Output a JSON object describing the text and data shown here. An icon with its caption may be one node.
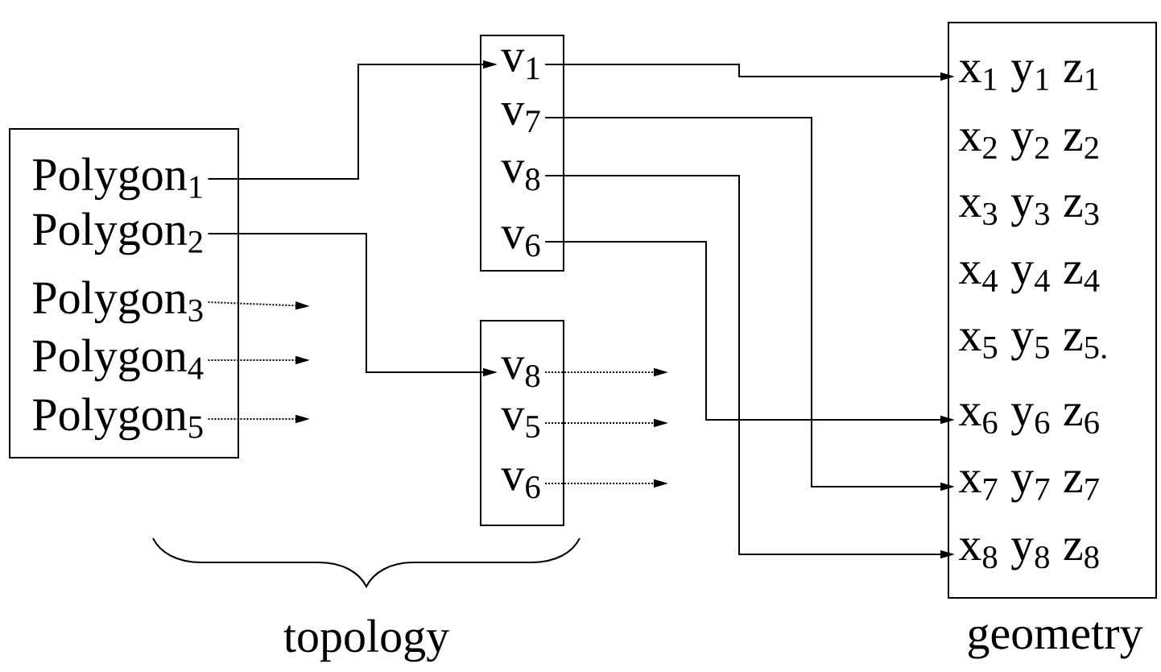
{
  "diagram": {
    "nodes": [
      {
        "text": [],
        "shape": "box"
      },
      {
        "text": [
          "Polygon$_{1}$"
        ],
        "in": 0
      },
      {
        "text": [
          "Polygon$_{2}$"
        ],
        "in": 0
      },
      {
        "text": [
          "Polygon$_{3}$"
        ],
        "in": 0
      },
      {
        "text": [
          "Polygon$_{4}$"
        ],
        "in": 0
      },
      {
        "text": [
          "Polygon$_{5}$"
        ],
        "in": 0
      },
      {
        "text": [],
        "shape": "box"
      },
      {
        "text": [
          "v$_{1}$"
        ],
        "in": 6
      },
      {
        "text": [
          "v$_{7}$"
        ],
        "in": 6
      },
      {
        "text": [
          "v$_{8}$"
        ],
        "in": 6
      },
      {
        "text": [
          "v$_{6}$"
        ],
        "in": 6
      },
      {
        "text": [],
        "shape": "box"
      },
      {
        "text": [
          "v$_{8}$"
        ],
        "in": 11
      },
      {
        "text": [
          "v$_{5}$"
        ],
        "in": 11
      },
      {
        "text": [
          "v$_{6}$"
        ],
        "in": 11
      },
      {
        "text": [],
        "shape": "box"
      },
      {
        "text": [
          "x$_{1}$ y$_{1}$ z$_{1}$"
        ],
        "in": 15
      },
      {
        "text": [
          "x$_{2}$ y$_{2}$ z$_{2}$"
        ],
        "in": 15
      },
      {
        "text": [
          "x$_{3}$ y$_{3}$ z$_{3}$"
        ],
        "in": 15
      },
      {
        "text": [
          "x$_{4}$ y$_{4}$ z$_{4}$"
        ],
        "in": 15
      },
      {
        "text": [
          "x$_{5}$ y$_{5}$ z$_{5.}$"
        ],
        "in": 15
      },
      {
        "text": [
          "x$_{6}$ y$_{6}$ z$_{6}$"
        ],
        "in": 15
      },
      {
        "text": [
          "x$_{7}$ y$_{7}$ z$_{7}$"
        ],
        "in": 15
      },
      {
        "text": [
          "x$_{8}$ y$_{8}$ z$_{8}$"
        ],
        "in": 15
      }
    ],
    "edges": [
      {
        "from": 1,
        "to": 7,
        "arrow": "to"
      },
      {
        "from": 2,
        "to": 12,
        "arrow": "to"
      },
      {
        "from": 3,
        "to": null,
        "arrow": "to",
        "style": "dashed"
      },
      {
        "from": 4,
        "to": null,
        "arrow": "to",
        "style": "dashed"
      },
      {
        "from": 5,
        "to": null,
        "arrow": "to",
        "style": "dashed"
      },
      {
        "from": 7,
        "to": 16,
        "arrow": "to"
      },
      {
        "from": 8,
        "to": 22,
        "arrow": "to"
      },
      {
        "from": 9,
        "to": 23,
        "arrow": "to"
      },
      {
        "from": 10,
        "to": 21,
        "arrow": "to"
      },
      {
        "from": 12,
        "to": null,
        "arrow": "to",
        "style": "dashed"
      },
      {
        "from": 13,
        "to": null,
        "arrow": "to",
        "style": "dashed"
      },
      {
        "from": 14,
        "to": null,
        "arrow": "to",
        "style": "dashed"
      }
    ],
    "labels": [
      "topology",
      "geometry"
    ]
  }
}
